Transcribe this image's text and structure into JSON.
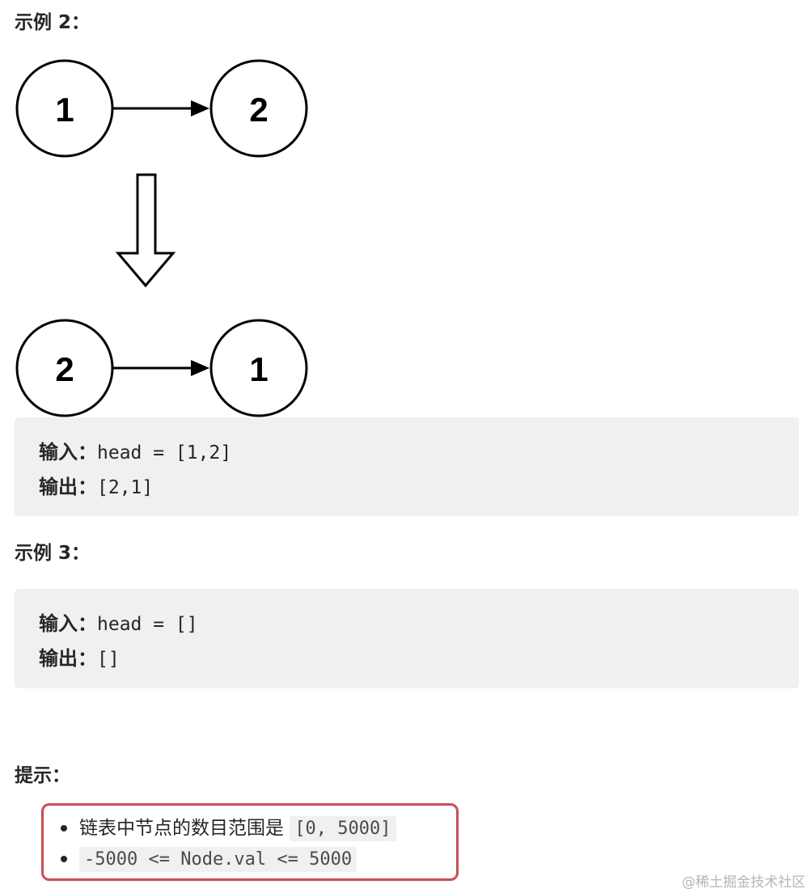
{
  "example2": {
    "heading": "示例 2：",
    "diagram": {
      "before": {
        "nodes": [
          "1",
          "2"
        ]
      },
      "after": {
        "nodes": [
          "2",
          "1"
        ]
      }
    },
    "input_label": "输入：",
    "input_value": "head = [1,2]",
    "output_label": "输出：",
    "output_value": "[2,1]"
  },
  "example3": {
    "heading": "示例 3：",
    "input_label": "输入：",
    "input_value": "head = []",
    "output_label": "输出：",
    "output_value": "[]"
  },
  "hints": {
    "heading": "提示：",
    "items": [
      {
        "text": "链表中节点的数目范围是 ",
        "code": "[0, 5000]"
      },
      {
        "text": "",
        "code": "-5000 <= Node.val <= 5000"
      }
    ],
    "highlight_color": "#e0474c"
  },
  "watermark": "@稀土掘金技术社区"
}
